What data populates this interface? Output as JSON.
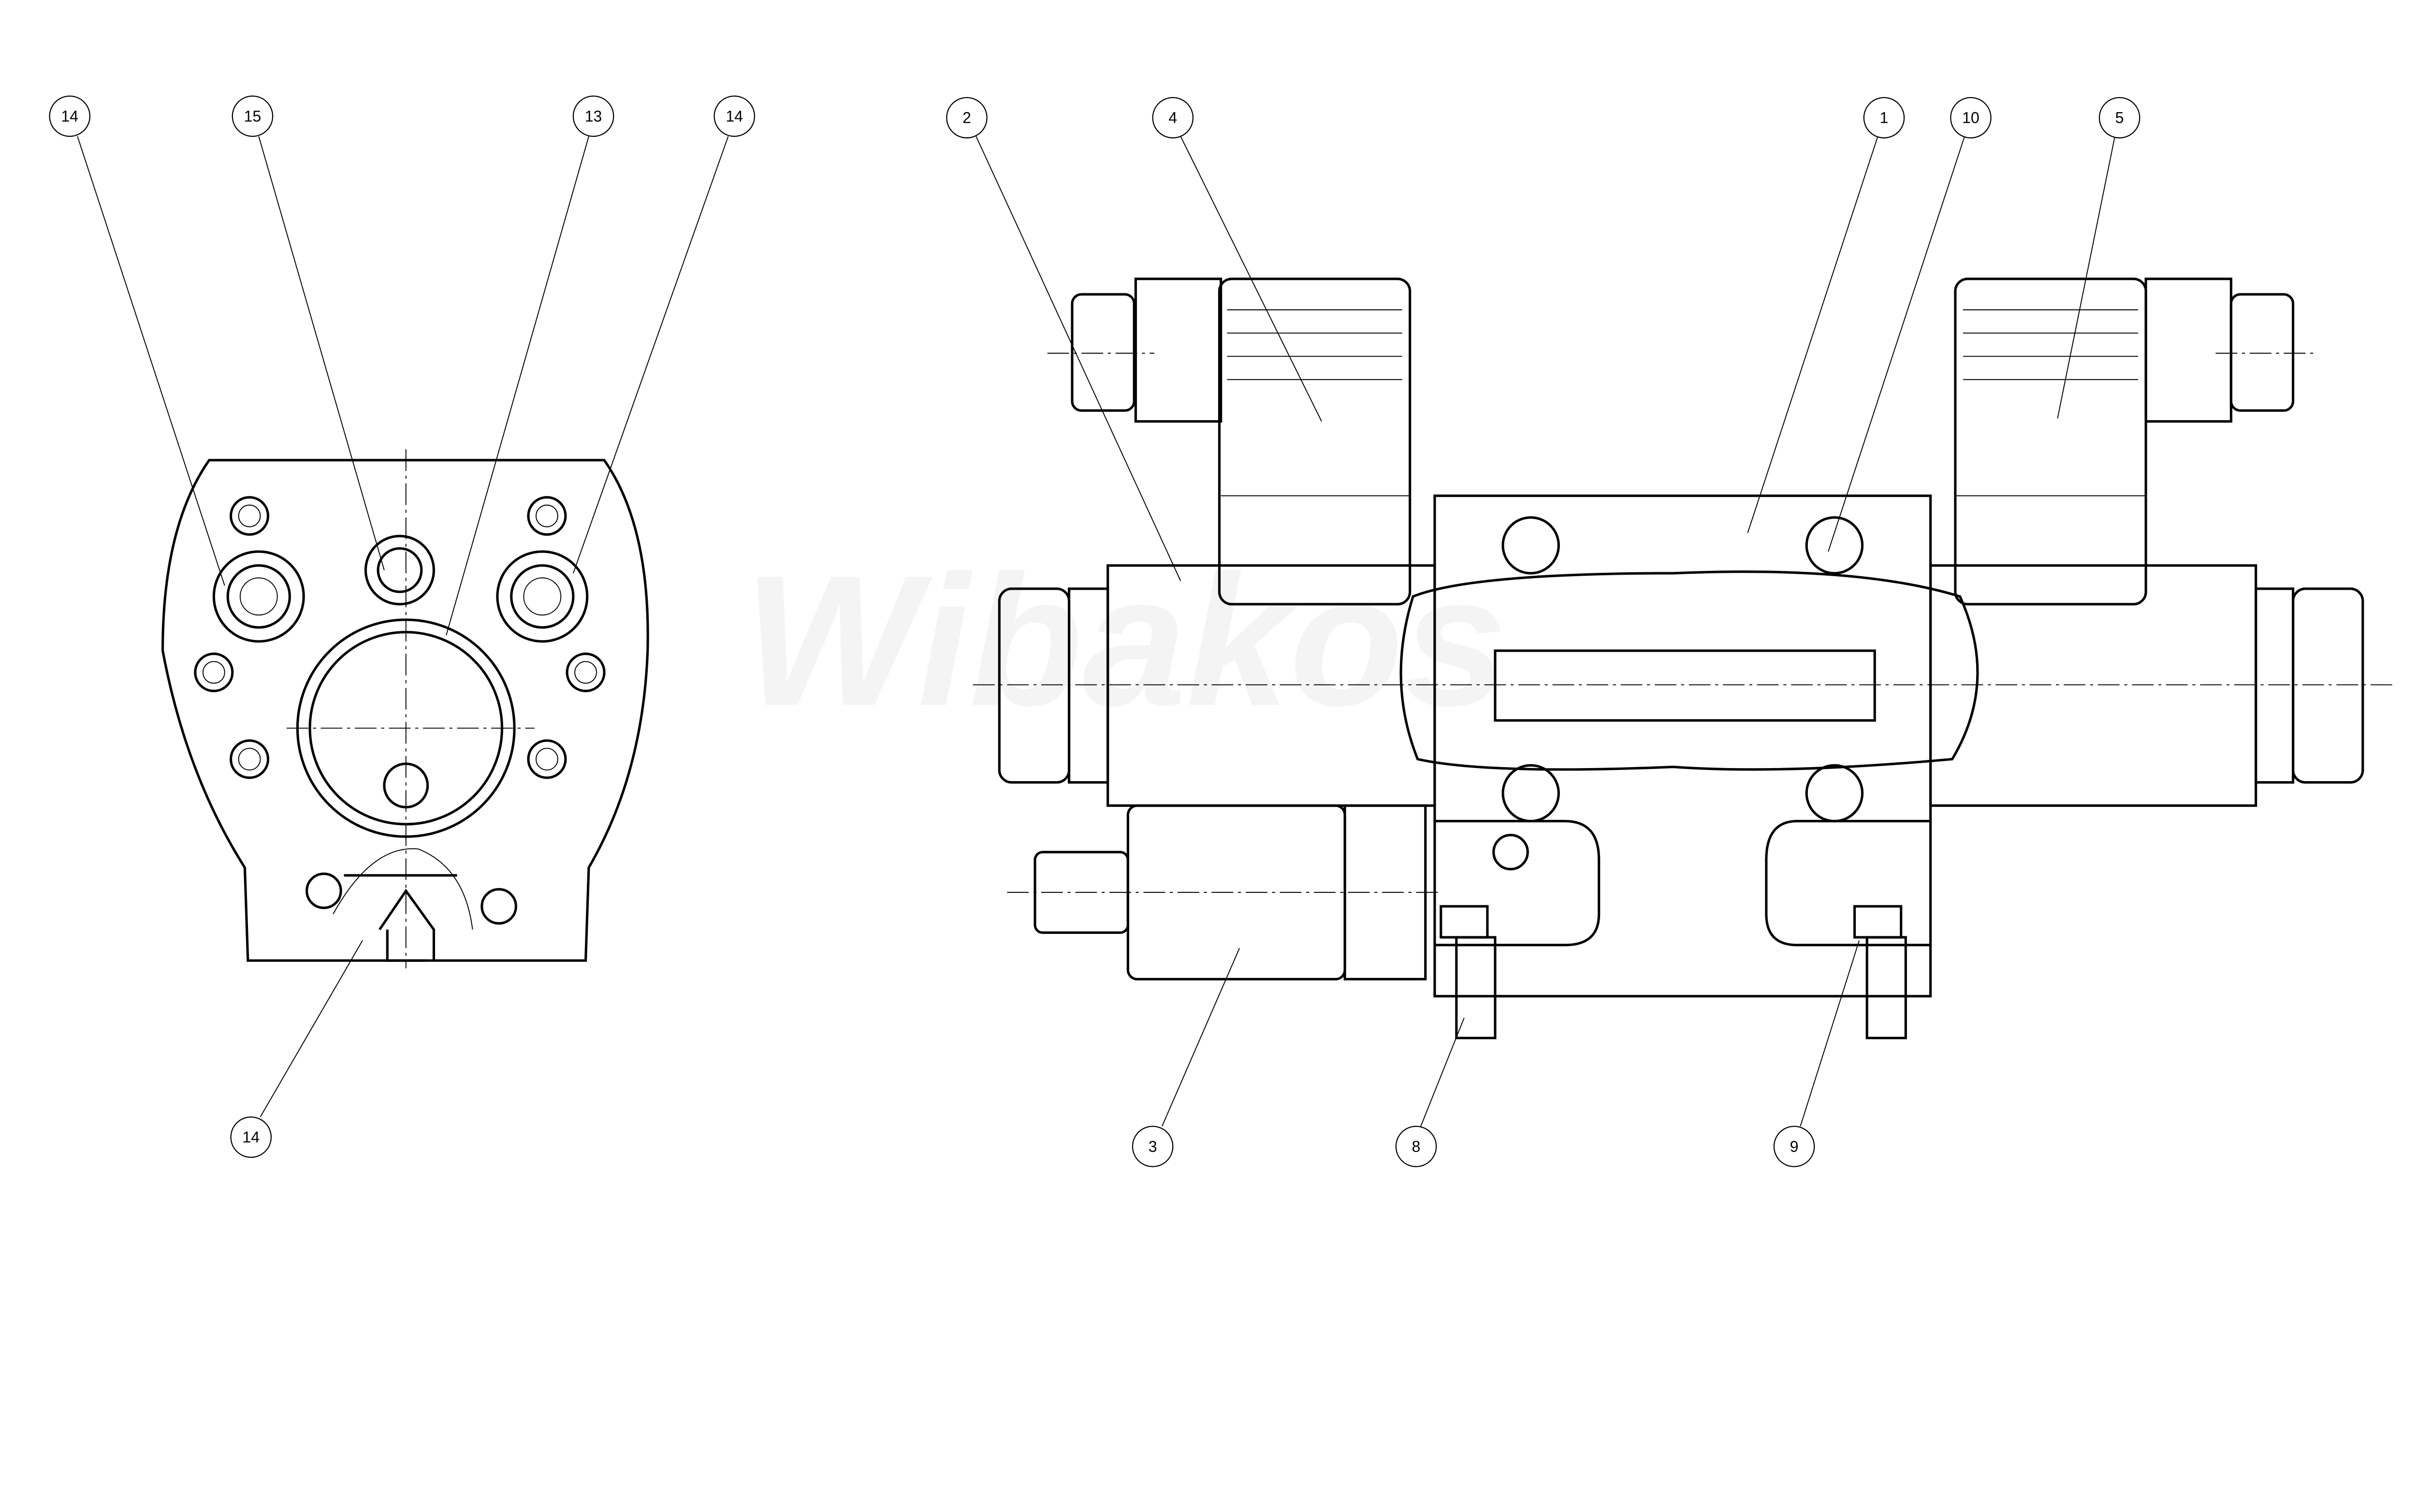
{
  "drawing": {
    "watermark": "Wibakos",
    "balloons": {
      "left_view": [
        "14",
        "15",
        "13",
        "14",
        "14"
      ],
      "front_view": [
        "2",
        "4",
        "1",
        "10",
        "5",
        "3",
        "8",
        "9"
      ]
    }
  }
}
